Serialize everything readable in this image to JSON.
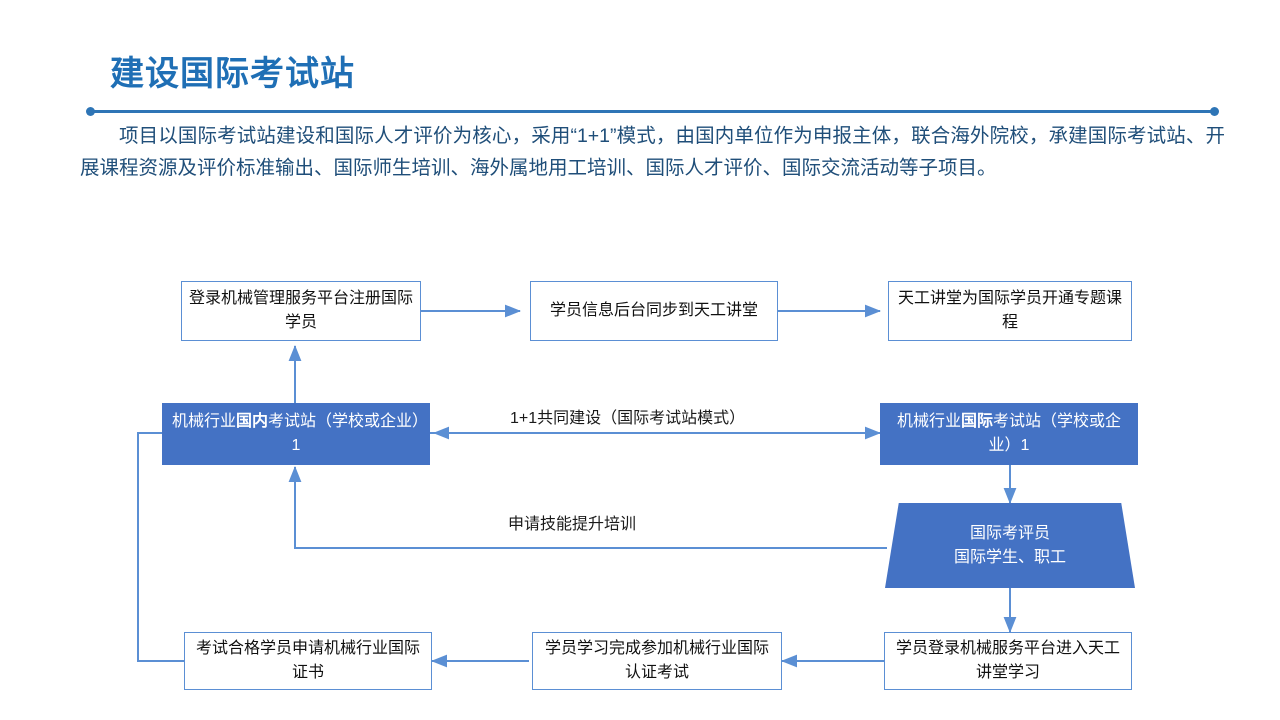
{
  "slide": {
    "title": "建设国际考试站",
    "paragraph": "项目以国际考试站建设和国际人才评价为核心，采用“1+1”模式，由国内单位作为申报主体，联合海外院校，承建国际考试站、开展课程资源及评价标准输出、国际师生培训、海外属地用工培训、国际人才评价、国际交流活动等子项目。",
    "colors": {
      "title": "#1F6FB5",
      "rule": "#2E75B6",
      "paragraph": "#1F4E79",
      "node_fill": "#4472C4",
      "node_border": "#5B8FD4",
      "connector": "#5B8FD4"
    }
  },
  "flowchart": {
    "nodes": [
      {
        "id": "register",
        "label": "登录机械管理服务平台注册国际学员",
        "style": "outline"
      },
      {
        "id": "sync",
        "label": "学员信息后台同步到天工讲堂",
        "style": "outline"
      },
      {
        "id": "open-course",
        "label": "天工讲堂为国际学员开通专题课程",
        "style": "outline"
      },
      {
        "id": "domestic-site",
        "label_pre": "机械行业",
        "label_bold": "国内",
        "label_post": "考试站（学校或企业）1",
        "style": "filled"
      },
      {
        "id": "intl-site",
        "label_pre": "机械行业",
        "label_bold": "国际",
        "label_post": "考试站（学校或企业）1",
        "style": "filled"
      },
      {
        "id": "examiner",
        "line1": "国际考评员",
        "line2": "国际学生、职工",
        "style": "trapezoid"
      },
      {
        "id": "certificate",
        "label": "考试合格学员申请机械行业国际证书",
        "style": "outline"
      },
      {
        "id": "exam",
        "label": "学员学习完成参加机械行业国际认证考试",
        "style": "outline"
      },
      {
        "id": "study",
        "label": "学员登录机械服务平台进入天工讲堂学习",
        "style": "outline"
      }
    ],
    "edge_labels": [
      {
        "id": "cobuild",
        "text": "1+1共同建设（国际考试站模式）"
      },
      {
        "id": "training",
        "text": "申请技能提升培训"
      }
    ]
  }
}
